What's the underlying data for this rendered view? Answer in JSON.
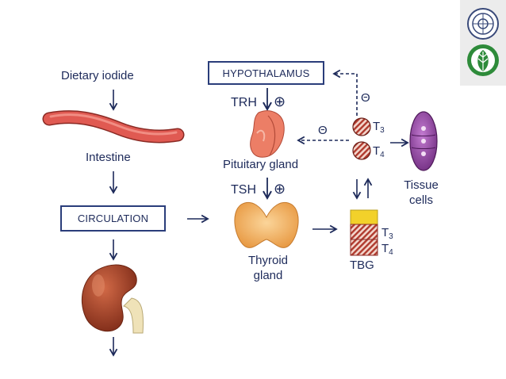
{
  "labels": {
    "dietary_iodide": "Dietary iodide",
    "intestine": "Intestine",
    "circulation": "CIRCULATION",
    "hypothalamus": "HYPOTHALAMUS",
    "trh": "TRH",
    "tsh": "TSH",
    "pituitary": "Pituitary gland",
    "thyroid_line1": "Thyroid",
    "thyroid_line2": "gland",
    "tbg": "TBG",
    "tissue_line1": "Tissue",
    "tissue_line2": "cells",
    "t3": "T",
    "t3_sub": "3",
    "t4": "T",
    "t4_sub": "4"
  },
  "symbols": {
    "stimulate": "⊕",
    "inhibit": "Θ"
  },
  "colors": {
    "text": "#1d2a5a",
    "box_border": "#2a3d7a",
    "intestine": "#d9534f",
    "pituitary": "#e87560",
    "thyroid": "#f0b060",
    "kidney": "#9c3a22",
    "tissue_cell": "#8e3a9a",
    "tbg_top": "#f2d12a",
    "hormone_stripe": "#b03a2e",
    "logo_green": "#2e8b3a"
  },
  "icons": [
    "seal-logo-icon",
    "leaf-logo-icon",
    "intestine-icon",
    "pituitary-icon",
    "thyroid-icon",
    "kidney-icon",
    "tissue-cell-icon",
    "t3-molecule-icon",
    "t4-molecule-icon",
    "tbg-block-icon"
  ]
}
